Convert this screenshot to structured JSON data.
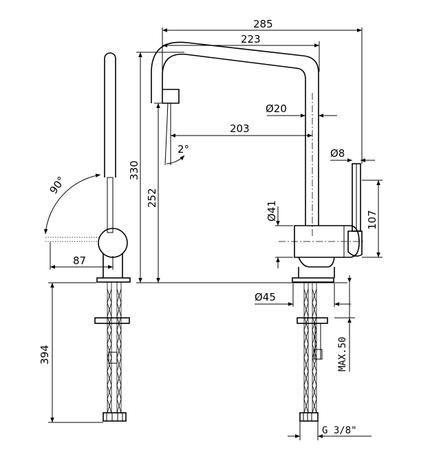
{
  "dimensions": {
    "total_width": "285",
    "spout_reach": "223",
    "spout_diameter": "Ø20",
    "outlet_offset": "203",
    "outlet_angle": "2°",
    "lever_diameter": "Ø8",
    "total_height": "330",
    "outlet_height": "252",
    "body_diameter": "Ø41",
    "lever_height": "107",
    "base_diameter": "Ø45",
    "max_thickness": "MAX.50",
    "hose_length": "394",
    "lever_reach": "87",
    "rotation": "90°",
    "thread": "G 3/8\""
  }
}
